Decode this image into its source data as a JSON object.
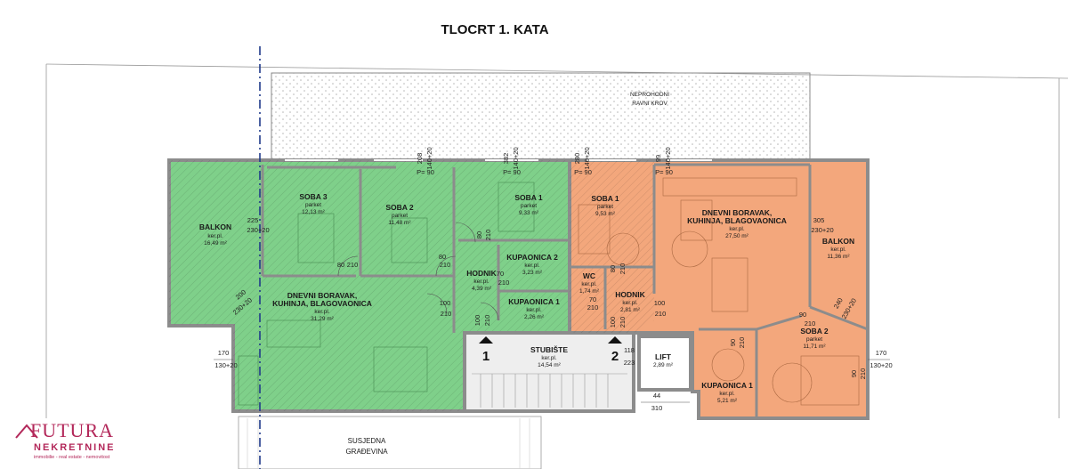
{
  "title": "TLOCRT 1. KATA",
  "roof": {
    "line1": "NEPROHODNI",
    "line2": "RAVNI KROV"
  },
  "neighbor": {
    "line1": "SUSJEDNA",
    "line2": "GRAĐEVINA"
  },
  "logo": {
    "main": "FUTURA",
    "sub": "NEKRETNINE",
    "tag": "immobilie - real estate - nemovitost"
  },
  "colors": {
    "green_unit": "#7fd08a",
    "orange_unit": "#f3a77c",
    "wall": "#8c8c8c",
    "roof_hatch": "#c8c8c8",
    "logo": "#b3285a",
    "axis": "#1f3a8a"
  },
  "stair_numbers": {
    "left": "1",
    "right": "2"
  },
  "rooms": {
    "balkon_l": {
      "name": "BALKON",
      "finish": "ker.pl.",
      "area": "16,49 m²"
    },
    "soba3": {
      "name": "SOBA 3",
      "finish": "parket",
      "area": "12,13 m²"
    },
    "soba2_l": {
      "name": "SOBA 2",
      "finish": "parket",
      "area": "11,48 m²"
    },
    "soba1_l": {
      "name": "SOBA 1",
      "finish": "parket",
      "area": "9,33 m²"
    },
    "kup2_l": {
      "name": "KUPAONICA 2",
      "finish": "ker.pl.",
      "area": "3,23 m²"
    },
    "hodnik_l": {
      "name": "HODNIK",
      "finish": "ker.pl.",
      "area": "4,39 m²"
    },
    "kup1_l": {
      "name": "KUPAONICA 1",
      "finish": "ker.pl.",
      "area": "2,26 m²"
    },
    "dnevni_l": {
      "line1": "DNEVNI BORAVAK,",
      "line2": "KUHINJA, BLAGOVAONICA",
      "finish": "ker.pl.",
      "area": "31,29 m²"
    },
    "stubiste": {
      "name": "STUBIŠTE",
      "finish": "ker.pl.",
      "area": "14,54 m²"
    },
    "lift": {
      "name": "LIFT",
      "area": "2,89 m²"
    },
    "soba1_r": {
      "name": "SOBA 1",
      "finish": "parket",
      "area": "9,53 m²"
    },
    "wc": {
      "name": "WC",
      "finish": "ker.pl.",
      "area": "1,74 m²"
    },
    "hodnik_r": {
      "name": "HODNIK",
      "finish": "ker.pl.",
      "area": "2,81 m²"
    },
    "dnevni_r": {
      "line1": "DNEVNI BORAVAK,",
      "line2": "KUHINJA, BLAGOVAONICA",
      "finish": "ker.pl.",
      "area": "27,50 m²"
    },
    "balkon_r": {
      "name": "BALKON",
      "finish": "ker.pl.",
      "area": "11,36 m²"
    },
    "soba2_r": {
      "name": "SOBA 2",
      "finish": "parket",
      "area": "11,71 m²"
    },
    "kup1_r": {
      "name": "KUPAONICA 1",
      "finish": "ker.pl.",
      "area": "5,21 m²"
    }
  },
  "dims": {
    "d208": "208",
    "d382": "382",
    "d280": "280",
    "d99": "99",
    "d140_1": "140+20",
    "d140_2": "140+20",
    "d140_3": "140+20",
    "d140_4": "140+20",
    "p90_1": "P= 90",
    "p90_2": "P= 90",
    "p90_3": "P= 90",
    "p90_4": "P= 90",
    "d225": "225",
    "d230a": "230+20",
    "d200": "200",
    "d230b": "230+20",
    "d170l": "170",
    "d130l": "130+20",
    "d305": "305",
    "d230r": "230+20",
    "d240": "240",
    "d230r2": "230+20",
    "d170r": "170",
    "d130r": "130+20",
    "d80a": "80",
    "d210a": "210",
    "d80b": "80",
    "d210b": "210",
    "d80c": "80",
    "d210c": "210",
    "d70": "70",
    "d210d": "210",
    "d100a": "100",
    "d210e": "210",
    "d100b": "100",
    "d210f": "210",
    "d70r": "70",
    "d210g": "210",
    "d80r": "80",
    "d210h": "210",
    "d100r": "100",
    "d210i": "210",
    "d90a": "90",
    "d210j": "210",
    "d90b": "90",
    "d210k": "210",
    "d90c": "90",
    "d210l": "210",
    "d118": "118",
    "d223": "223",
    "d44": "44",
    "d310": "310",
    "d100r2": "100",
    "d210m": "210"
  }
}
